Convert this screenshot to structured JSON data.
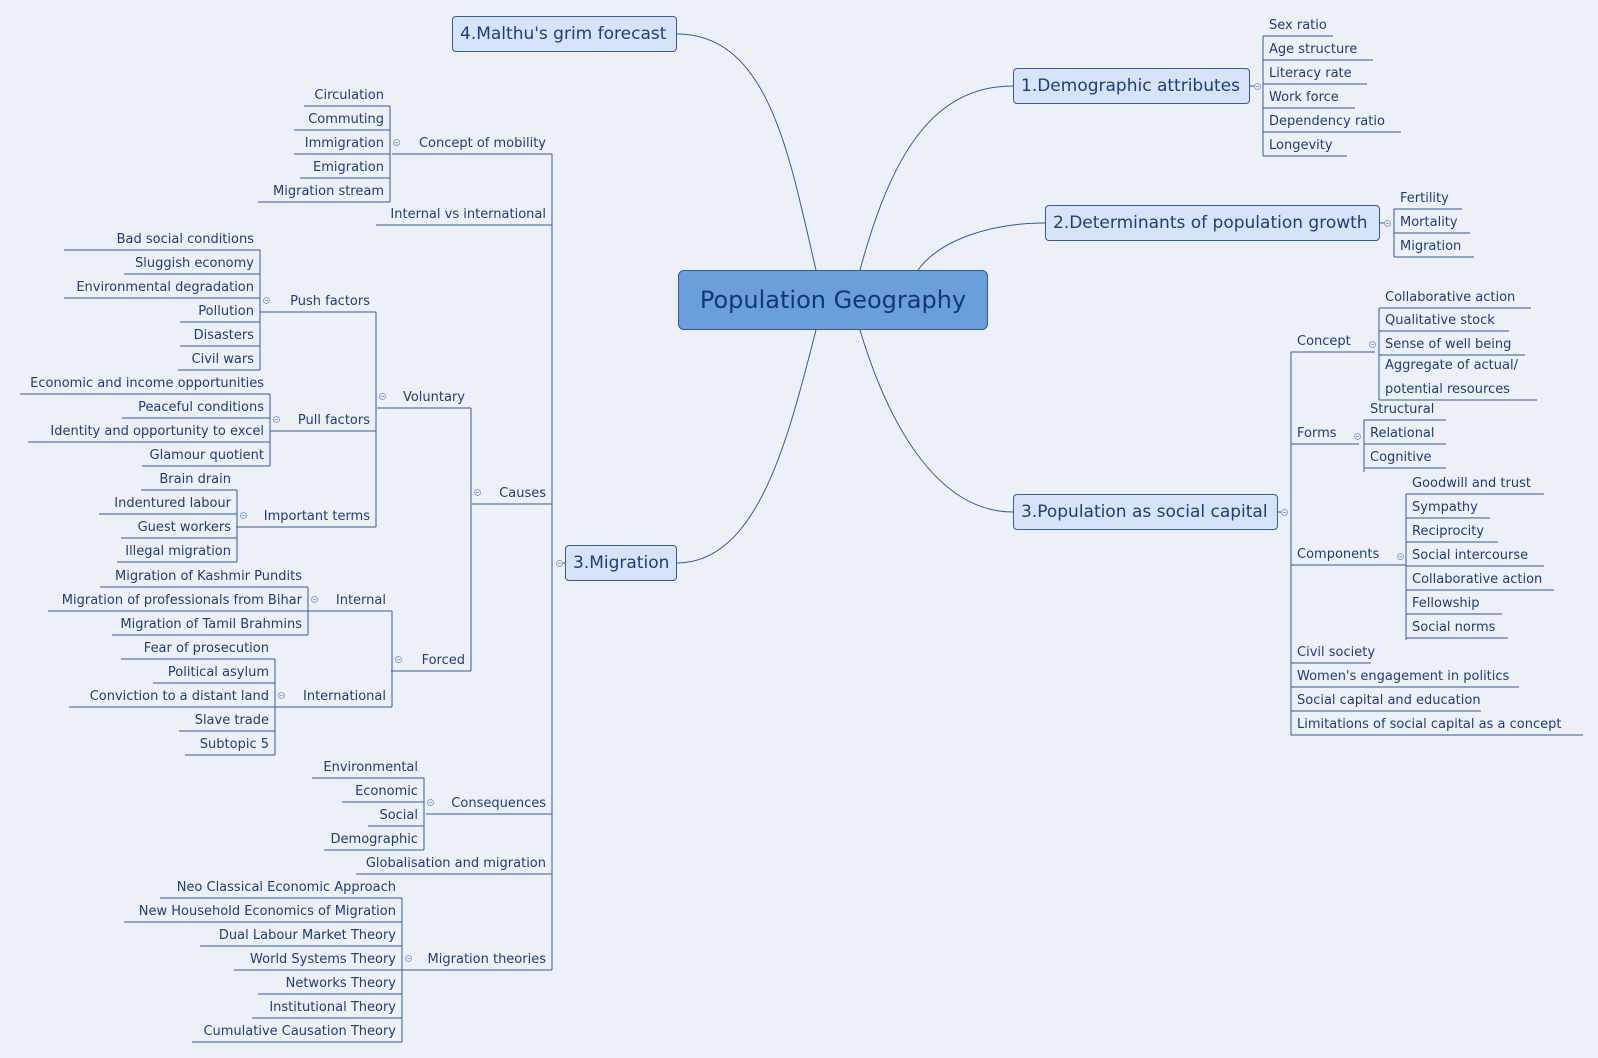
{
  "central": "Population Geography",
  "topics": {
    "demographic": "1.Demographic attributes",
    "determinants": "2.Determinants of population growth",
    "social_capital": "3.Population as social capital",
    "migration": "3.Migration",
    "malthus": "4.Malthu's grim forecast"
  },
  "demographic_items": [
    "Sex ratio",
    "Age structure",
    "Literacy rate",
    "Work force",
    "Dependency ratio",
    "Longevity"
  ],
  "determinant_items": [
    "Fertility",
    "Mortality",
    "Migration"
  ],
  "social_capital": {
    "concept_label": "Concept",
    "concept_items": [
      "Collaborative action",
      "Qualitative stock",
      "Sense of well being",
      "Aggregate of actual/",
      "potential resources"
    ],
    "forms_label": "Forms",
    "forms_items": [
      "Structural",
      "Relational",
      "Cognitive"
    ],
    "components_label": "Components",
    "components_items": [
      "Goodwill and trust",
      "Sympathy",
      "Reciprocity",
      "Social intercourse",
      "Collaborative action",
      "Fellowship",
      "Social norms"
    ],
    "others": [
      "Civil society",
      "Women's engagement in politics",
      "Social capital and education",
      "Limitations of social capital as a concept"
    ]
  },
  "migration": {
    "mobility_label": "Concept of mobility",
    "mobility_items": [
      "Circulation",
      "Commuting",
      "Immigration",
      "Emigration",
      "Migration stream"
    ],
    "internal_vs_international": "Internal vs international",
    "causes_label": "Causes",
    "voluntary_label": "Voluntary",
    "push_label": "Push factors",
    "push_items": [
      "Bad social conditions",
      "Sluggish economy",
      "Environmental degradation",
      "Pollution",
      "Disasters",
      "Civil wars"
    ],
    "pull_label": "Pull factors",
    "pull_items": [
      "Economic and income opportunities",
      "Peaceful conditions",
      "Identity and opportunity to excel",
      "Glamour quotient"
    ],
    "terms_label": "Important terms",
    "terms_items": [
      "Brain drain",
      "Indentured labour",
      "Guest workers",
      "Illegal migration"
    ],
    "forced_label": "Forced",
    "internal_label": "Internal",
    "internal_items": [
      "Migration of Kashmir Pundits",
      "Migration of professionals from Bihar",
      "Migration of Tamil Brahmins"
    ],
    "international_label": "International",
    "international_items": [
      "Fear of prosecution",
      "Political asylum",
      "Conviction to a distant land",
      "Slave trade",
      "Subtopic 5"
    ],
    "consequences_label": "Consequences",
    "consequences_items": [
      "Environmental",
      "Economic",
      "Social",
      "Demographic"
    ],
    "globalisation": "Globalisation and migration",
    "theories_label": "Migration theories",
    "theories_items": [
      "Neo Classical Economic Approach",
      "New Household Economics of Migration",
      "Dual Labour Market Theory",
      "World Systems Theory",
      "Networks Theory",
      "Institutional Theory",
      "Cumulative Causation Theory"
    ]
  },
  "colors": {
    "line": "#2f5d9c",
    "topic_fill": "#d6e3f8",
    "central_fill": "#6a9fdc",
    "background": "#eef0f7"
  }
}
